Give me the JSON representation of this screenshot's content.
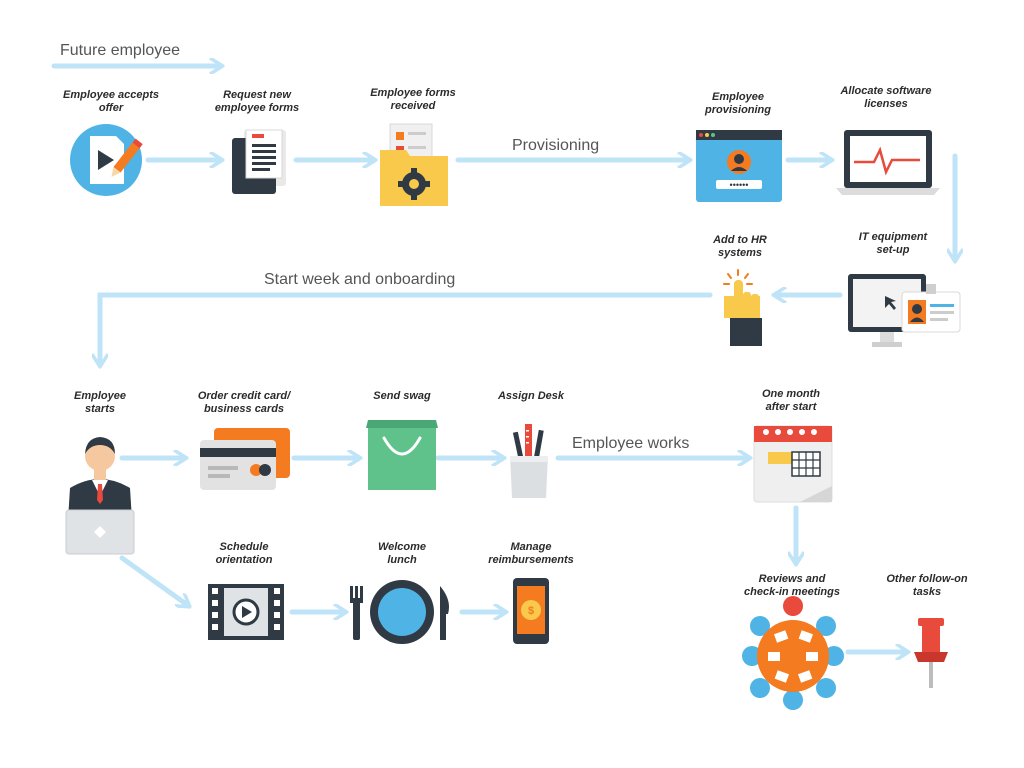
{
  "phases": {
    "future_employee": "Future employee",
    "provisioning": "Provisioning",
    "start_week": "Start week and onboarding",
    "employee_works": "Employee works"
  },
  "stages": {
    "accepts_offer": [
      "Employee accepts",
      "offer"
    ],
    "request_forms": [
      "Request new",
      "employee forms"
    ],
    "forms_received": [
      "Employee forms",
      "received"
    ],
    "provisioning": [
      "Employee",
      "provisioning"
    ],
    "allocate_licenses": [
      "Allocate software",
      "licenses"
    ],
    "it_equipment": [
      "IT equipment",
      "set-up"
    ],
    "add_hr": [
      "Add to HR",
      "systems"
    ],
    "employee_starts": [
      "Employee",
      "starts"
    ],
    "order_cards": [
      "Order credit card/",
      "business cards"
    ],
    "send_swag": [
      "Send swag"
    ],
    "assign_desk": [
      "Assign Desk"
    ],
    "one_month": [
      "One month",
      "after start"
    ],
    "schedule_orientation": [
      "Schedule",
      "orientation"
    ],
    "welcome_lunch": [
      "Welcome",
      "lunch"
    ],
    "manage_reimbursements": [
      "Manage",
      "reimbursements"
    ],
    "reviews": [
      "Reviews and",
      "check-in meetings"
    ],
    "follow_on": [
      "Other follow-on",
      "tasks"
    ]
  },
  "colors": {
    "arrow": "#bfe3f7",
    "accent_blue": "#4fb3e6",
    "orange": "#f47b20",
    "dark": "#2f3a44",
    "yellow": "#f8c94a",
    "red": "#e84a3c",
    "green": "#5fc28a"
  }
}
